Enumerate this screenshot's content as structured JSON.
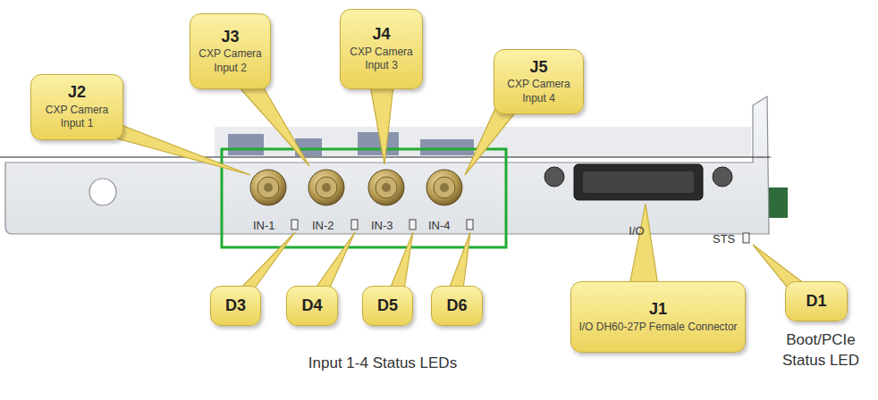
{
  "diagram": {
    "nodes": [
      {
        "text": [
          "J2",
          "CXP Camera Input 1"
        ]
      },
      {
        "text": [
          "J3",
          "CXP Camera Input 2"
        ]
      },
      {
        "text": [
          "J4",
          "CXP Camera Input 3"
        ]
      },
      {
        "text": [
          "J5",
          "CXP Camera Input 4"
        ]
      },
      {
        "text": [
          "D3"
        ]
      },
      {
        "text": [
          "D4"
        ]
      },
      {
        "text": [
          "D5"
        ]
      },
      {
        "text": [
          "D6"
        ]
      },
      {
        "text": [
          "J1",
          "I/O DH60-27P Female Connector"
        ]
      },
      {
        "text": [
          "D1"
        ]
      }
    ],
    "labels": [
      "IN-1",
      "IN-2",
      "IN-3",
      "IN-4",
      "I/O",
      "STS",
      "Input 1-4 Status LEDs",
      "Boot/PCIe Status LED"
    ]
  }
}
